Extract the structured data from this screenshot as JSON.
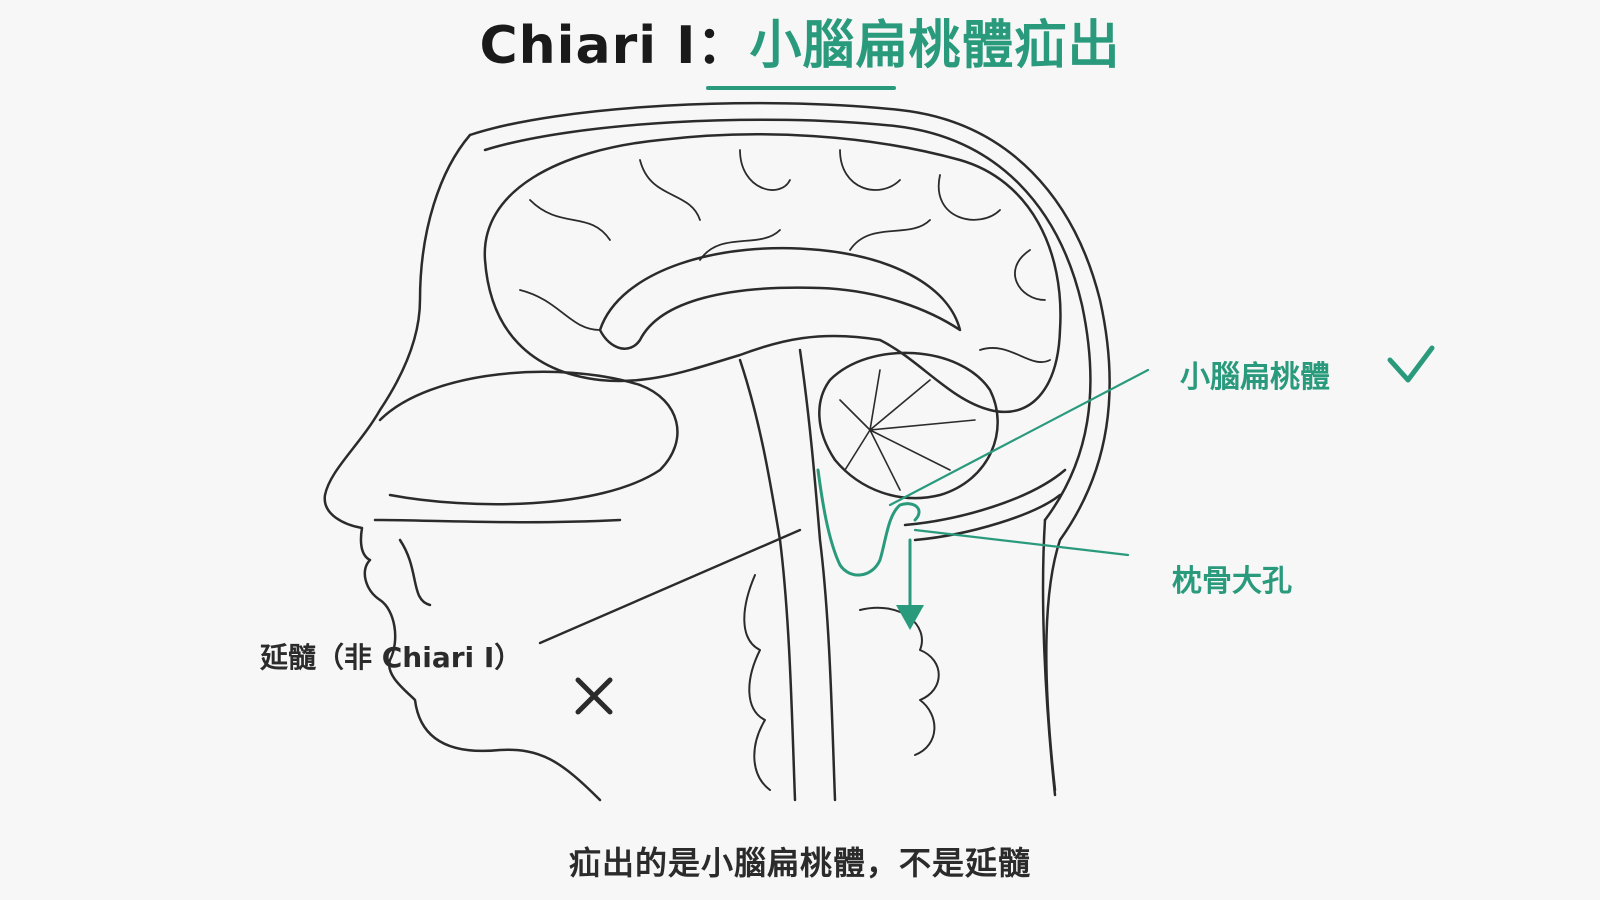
{
  "title": {
    "prefix": "Chiari I：",
    "highlight": "小腦扁桃體疝出"
  },
  "labels": {
    "tonsil": "小腦扁桃體",
    "foramen": "枕骨大孔",
    "medulla": "延髓（非 Chiari I）"
  },
  "marks": {
    "check": "✓",
    "cross": "✕"
  },
  "icons": {
    "check": "check-icon",
    "cross": "cross-icon",
    "arrow": "down-arrow-icon"
  },
  "colors": {
    "accent": "#2a9a7c",
    "ink": "#2b2b2b"
  },
  "footer": "疝出的是小腦扁桃體，不是延髓"
}
